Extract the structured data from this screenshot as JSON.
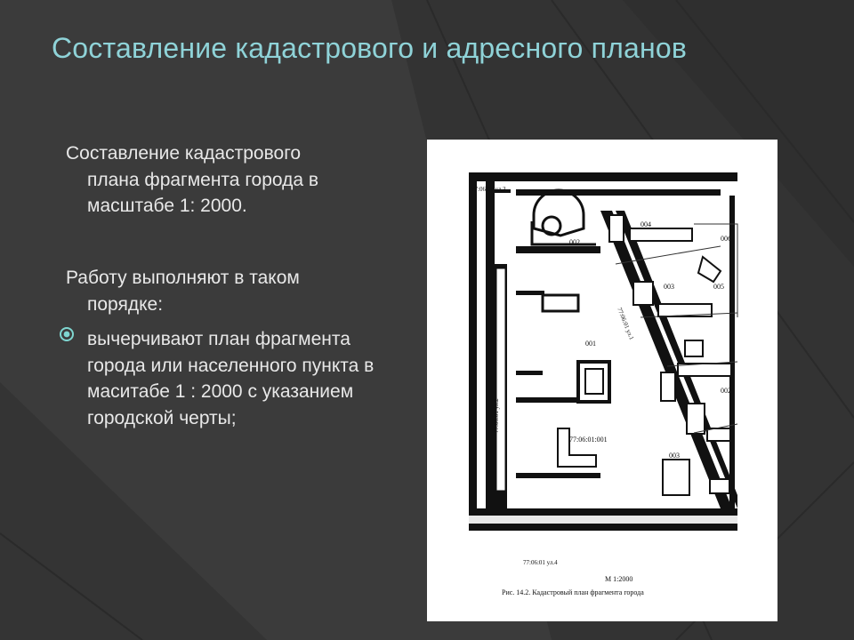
{
  "slide": {
    "title": "Составление кадастрового и адресного планов",
    "intro_line1": "Составление кадастрового",
    "intro_rest": "плана фрагмента города в масштабе 1: 2000.",
    "order_line1": "Работу выполняют в таком",
    "order_rest": "порядке:",
    "bullet": "вычерчивают план фрагмента города или населенного пункта в маситабе 1 : 2000 с указанием городской черты;"
  },
  "figure": {
    "labels": {
      "street3": "77:06:01 ул.3",
      "street2": "77:06:01 ул.2",
      "street1": "77:06:01 ул.1",
      "street4": "77:06:01 ул.4",
      "block_center": "77:06:01:001",
      "p001": "001",
      "p002_left": "002",
      "p002_right": "002",
      "p003_top": "003",
      "p003_bottom": "003",
      "p004": "004",
      "p005": "005",
      "p006": "006",
      "scale": "М 1:2000",
      "caption": "Рис. 14.2. Кадастровый план фрагмента города"
    }
  },
  "colors": {
    "title": "#8fd3d8",
    "text": "#e8e8e8",
    "background": "#3a3a3a",
    "bullet": "#7fd6d0"
  }
}
